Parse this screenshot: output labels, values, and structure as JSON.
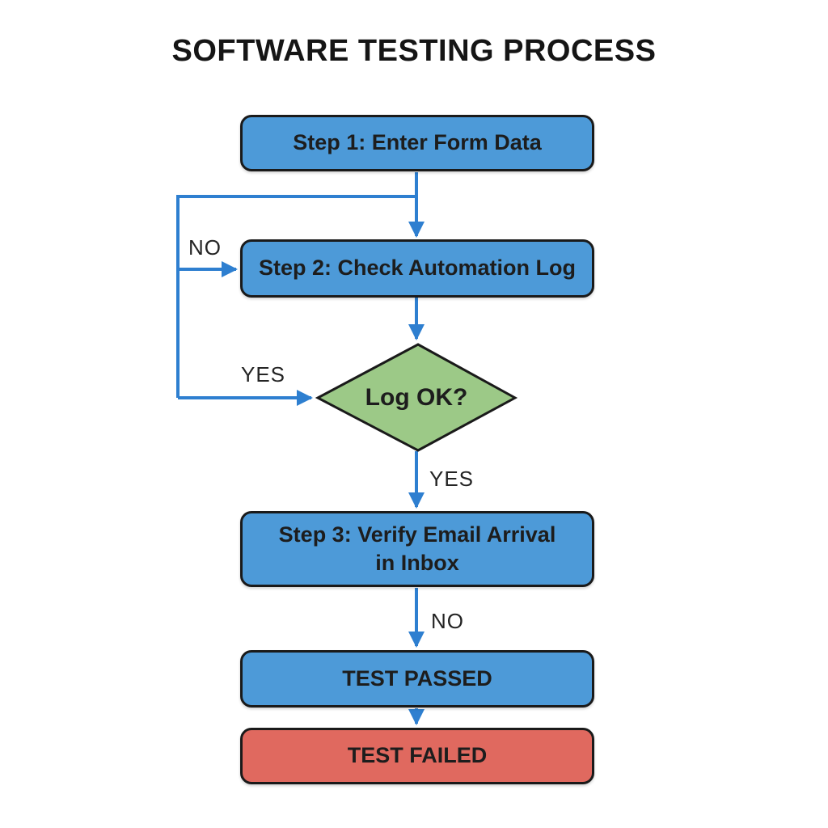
{
  "title": "SOFTWARE TESTING PROCESS",
  "colors": {
    "process_fill": "#4D9AD8",
    "decision_fill": "#9CC987",
    "fail_fill": "#E0695F",
    "connector": "#2E7FD0",
    "border": "#1A1A1A",
    "text": "#1D1D1D"
  },
  "nodes": {
    "step1": {
      "label": "Step 1: Enter Form Data",
      "type": "process"
    },
    "step2": {
      "label": "Step 2: Check Automation Log",
      "type": "process"
    },
    "decision": {
      "label": "Log OK?",
      "type": "decision"
    },
    "step3": {
      "label": "Step 3: Verify Email Arrival\nin Inbox",
      "type": "process"
    },
    "passed": {
      "label": "TEST PASSED",
      "type": "process"
    },
    "failed": {
      "label": "TEST FAILED",
      "type": "fail"
    }
  },
  "edge_labels": {
    "no_loop": "NO",
    "yes_loop": "YES",
    "yes_down": "YES",
    "no_down": "NO"
  }
}
